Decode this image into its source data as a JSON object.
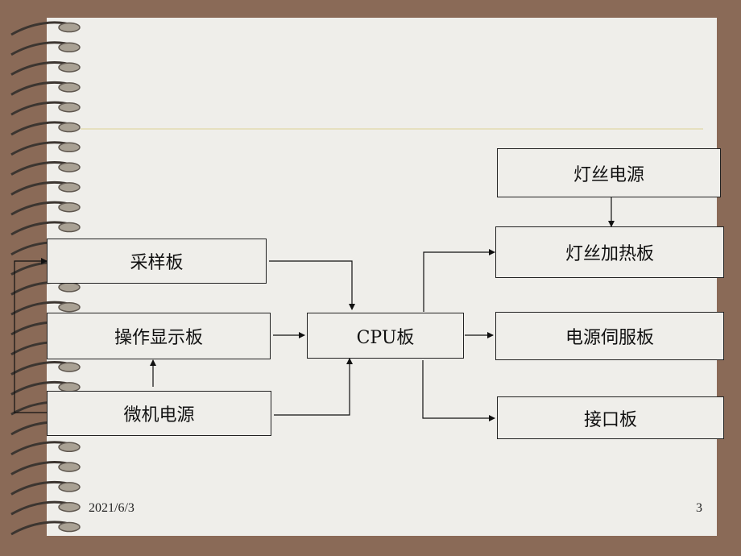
{
  "slide": {
    "date": "2021/6/3",
    "page_number": "3"
  },
  "diagram": {
    "boxes": {
      "filament_power": "灯丝电源",
      "filament_heater_board": "灯丝加热板",
      "sampling_board": "采样板",
      "operation_display_board": "操作显示板",
      "cpu_board": "CPU板",
      "power_servo_board": "电源伺服板",
      "microcomputer_power": "微机电源",
      "interface_board": "接口板"
    }
  },
  "colors": {
    "background": "#8a6a57",
    "page": "#efeeea",
    "rule": "#e6e0bf",
    "ink": "#111111"
  }
}
